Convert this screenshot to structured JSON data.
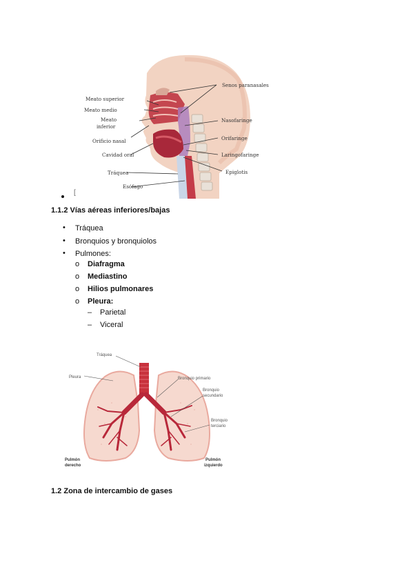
{
  "figure_head": {
    "labels": {
      "meato_superior": "Meato superior",
      "meato_medio": "Meato medio",
      "meato_inferior_1": "Meato",
      "meato_inferior_2": "inferior",
      "orificio_nasal": "Orificio nasal",
      "cavidad_oral": "Cavidad oral",
      "traquea": "Tráquea",
      "esofago": "Esófago",
      "senos": "Senos paranasales",
      "nasofaringe": "Nasofaringe",
      "orofaringe": "Orifaringe",
      "laringofaringe": "Laringofaringe",
      "epiglotis": "Epiglotis"
    }
  },
  "bullet_caption": "[",
  "section_1": {
    "heading": "1.1.2 Vías aéreas inferiores/bajas",
    "items": [
      "Tráquea",
      "Bronquios y bronquiolos",
      "Pulmones:"
    ],
    "sub_items": [
      "Diafragma",
      "Mediastino",
      "Hilios pulmonares",
      "Pleura:"
    ],
    "sub_sub_items": [
      "Parietal",
      "Viceral"
    ],
    "bullet_glyph": "•",
    "sub_glyph": "o",
    "sub_sub_glyph": "–"
  },
  "figure_lungs": {
    "labels": {
      "traquea": "Tráquea",
      "pleura": "Pleura",
      "bronquio_primario": "Bronquio primario",
      "bronquio_secundario_1": "Bronquio",
      "bronquio_secundario_2": "secundario",
      "bronquio_terciario_1": "Bronquio",
      "bronquio_terciario_2": "terciario",
      "pulmon_derecho_1": "Pulmón",
      "pulmon_derecho_2": "derecho",
      "pulmon_izquierdo_1": "Pulmón",
      "pulmon_izquierdo_2": "izquierdo"
    }
  },
  "section_2": {
    "heading": "1.2 Zona de intercambio de gases"
  }
}
